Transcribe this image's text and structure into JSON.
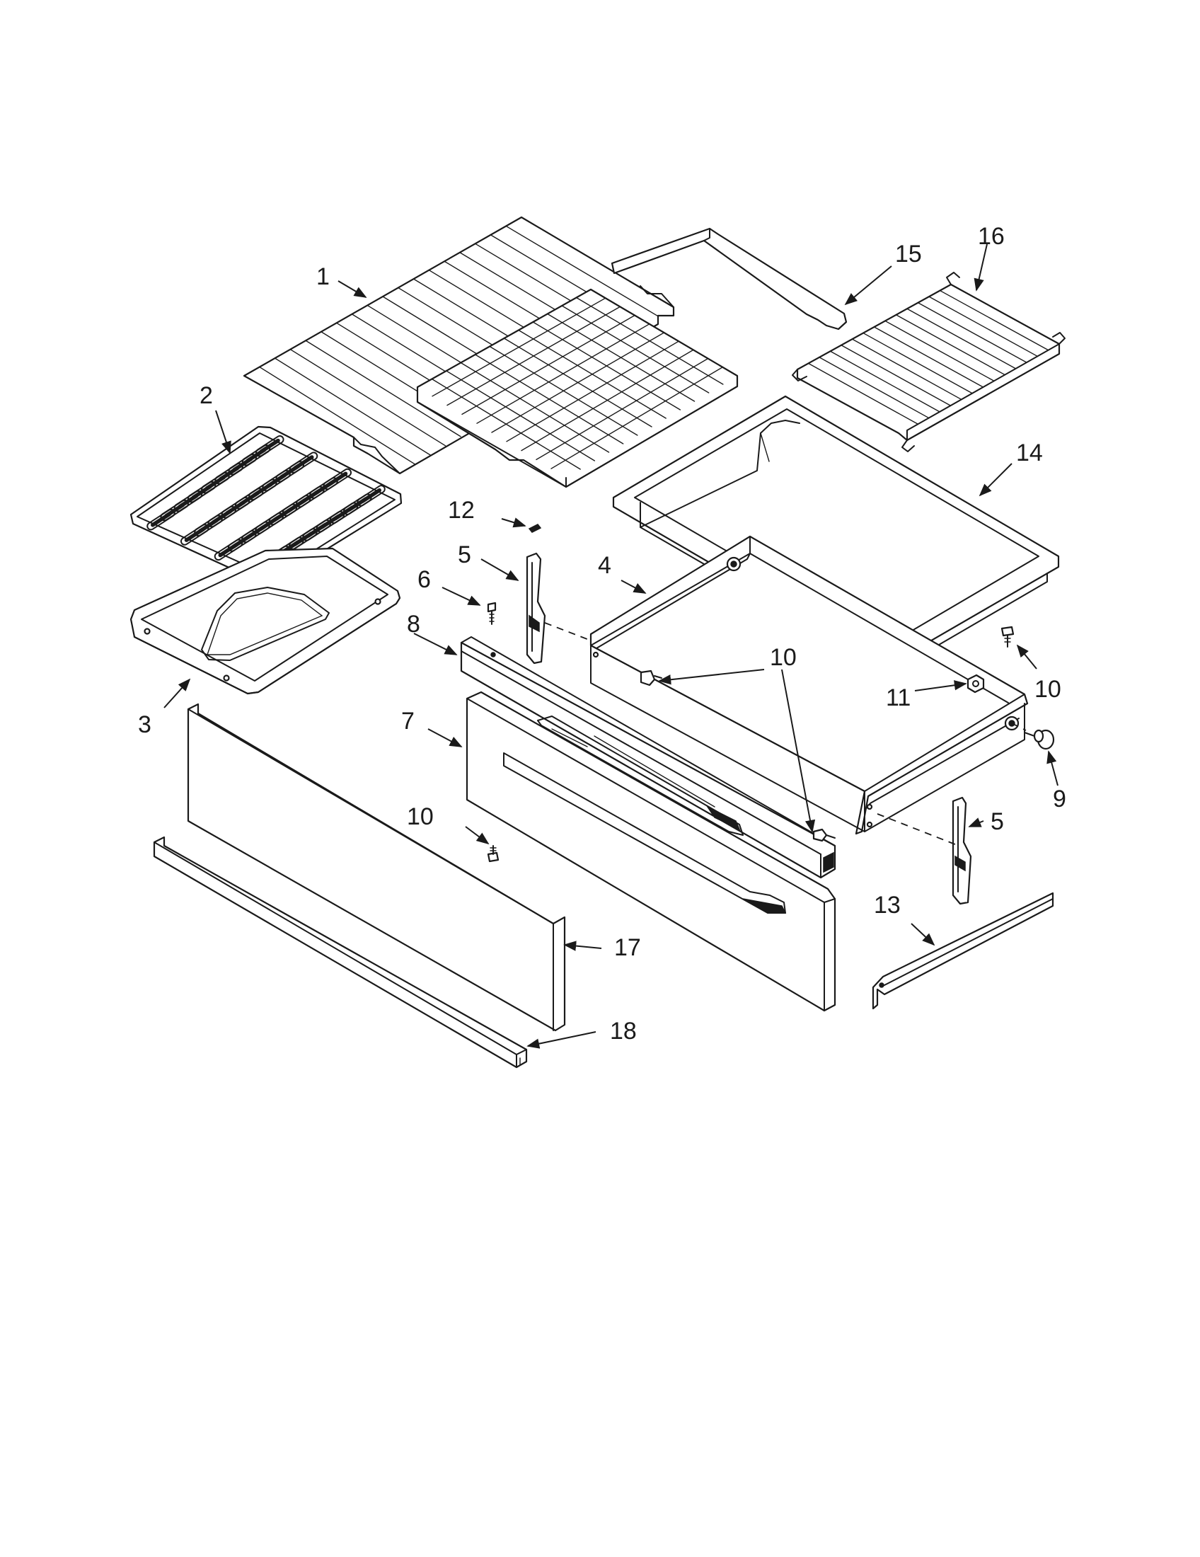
{
  "callouts": [
    {
      "id": "c1",
      "label": "1"
    },
    {
      "id": "c2",
      "label": "2"
    },
    {
      "id": "c3",
      "label": "3"
    },
    {
      "id": "c4",
      "label": "4"
    },
    {
      "id": "c5a",
      "label": "5"
    },
    {
      "id": "c5b",
      "label": "5"
    },
    {
      "id": "c6",
      "label": "6"
    },
    {
      "id": "c7",
      "label": "7"
    },
    {
      "id": "c8",
      "label": "8"
    },
    {
      "id": "c9",
      "label": "9"
    },
    {
      "id": "c10a",
      "label": "10"
    },
    {
      "id": "c10b",
      "label": "10"
    },
    {
      "id": "c10c",
      "label": "10"
    },
    {
      "id": "c11",
      "label": "11"
    },
    {
      "id": "c12",
      "label": "12"
    },
    {
      "id": "c13",
      "label": "13"
    },
    {
      "id": "c14",
      "label": "14"
    },
    {
      "id": "c15",
      "label": "15"
    },
    {
      "id": "c16",
      "label": "16"
    },
    {
      "id": "c17",
      "label": "17"
    },
    {
      "id": "c18",
      "label": "18"
    }
  ],
  "colors": {
    "ink": "#1a1a1a",
    "paper": "#ffffff"
  }
}
